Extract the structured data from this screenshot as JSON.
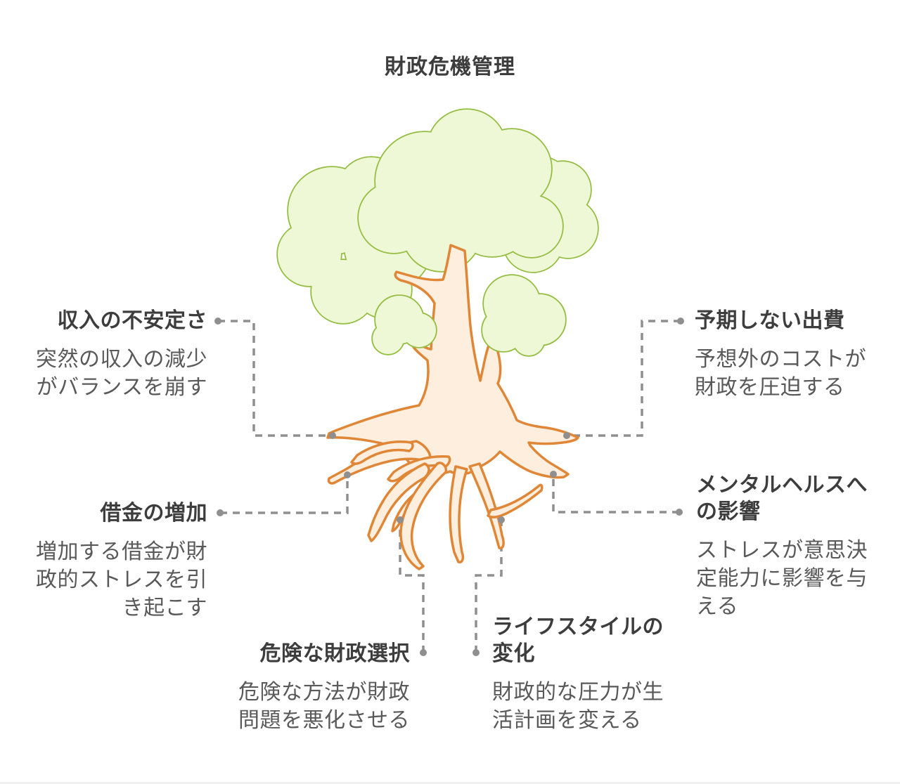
{
  "title": "財政危機管理",
  "colors": {
    "foliage_fill": "#eef8d6",
    "foliage_stroke": "#94bd41",
    "trunk_fill": "#fdeedd",
    "trunk_stroke": "#e08637",
    "connector": "#8f8f8f",
    "heading_text": "#3d3d3d",
    "body_text": "#595959"
  },
  "labels": {
    "income": {
      "heading": "収入の不安定さ",
      "body": "突然の収入の減少\nがバランスを崩す"
    },
    "expense": {
      "heading": "予期しない出費",
      "body": "予想外のコストが\n財政を圧迫する"
    },
    "debt": {
      "heading": "借金の増加",
      "body": "増加する借金が財\n政的ストレスを引\nき起こす"
    },
    "mental": {
      "heading": "メンタルヘルスへ\nの影響",
      "body": "ストレスが意思決\n定能力に影響を与\nえる"
    },
    "risky": {
      "heading": "危険な財政選択",
      "body": "危険な方法が財政\n問題を悪化させる"
    },
    "lifestyle": {
      "heading": "ライフスタイルの\n変化",
      "body": "財政的な圧力が生\n活計画を変える"
    }
  }
}
